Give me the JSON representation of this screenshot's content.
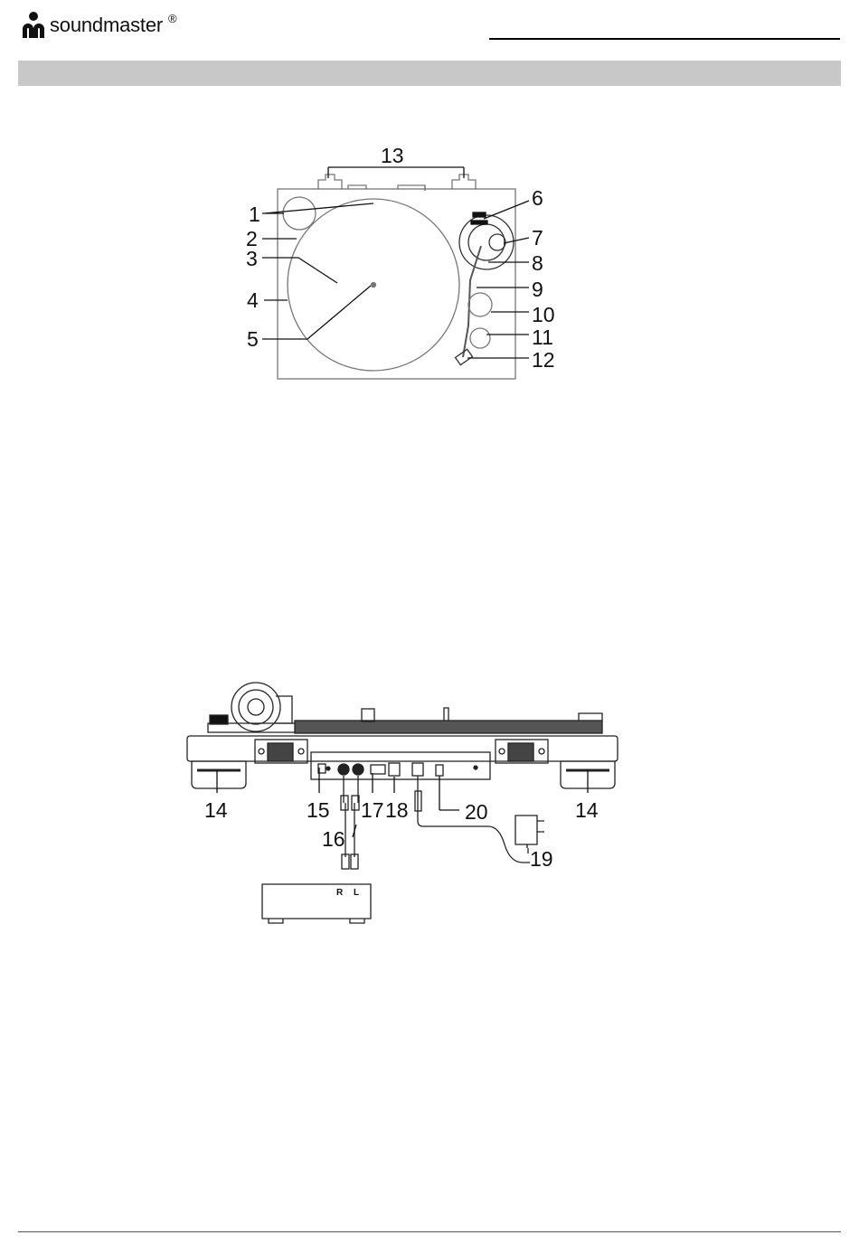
{
  "header": {
    "brand": "soundmaster",
    "registered_mark": "®"
  },
  "top_view": {
    "callouts": [
      "1",
      "2",
      "3",
      "4",
      "5",
      "6",
      "7",
      "8",
      "9",
      "10",
      "11",
      "12",
      "13"
    ]
  },
  "rear_view": {
    "callouts": [
      "14",
      "15",
      "16",
      "17",
      "18",
      "19",
      "20",
      "14"
    ],
    "amplifier_labels": [
      "R",
      "L"
    ]
  },
  "colors": {
    "section_bar": "#c8c8c8",
    "lines": "#111111"
  }
}
